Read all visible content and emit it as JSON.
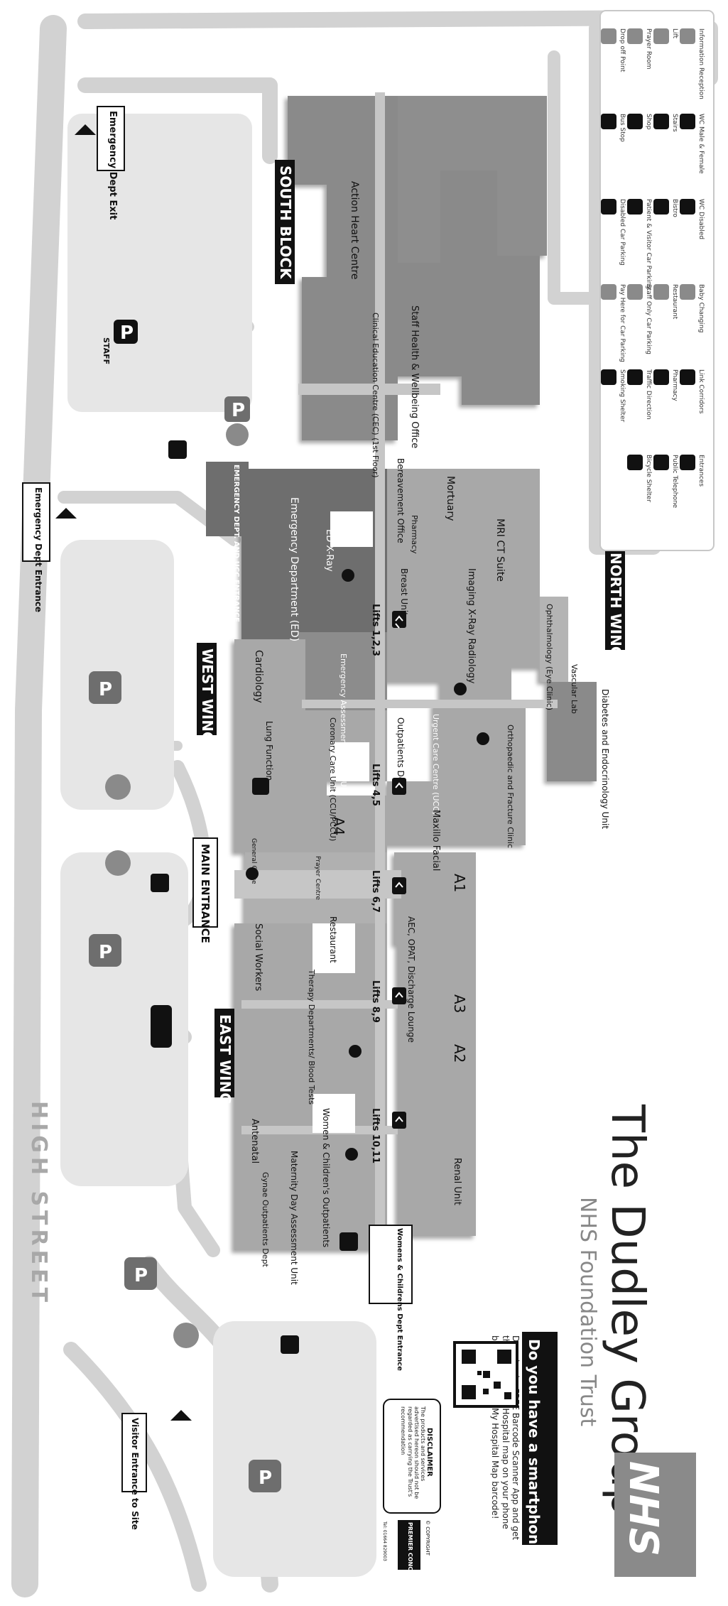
{
  "title": {
    "name": "The Dudley Group",
    "subtitle": "NHS Foundation Trust",
    "logo": "NHS"
  },
  "legend": {
    "items": [
      {
        "icon": "info-icon",
        "label": "Information Reception"
      },
      {
        "icon": "wc-icon",
        "label": "WC Male & Female"
      },
      {
        "icon": "wc-disabled-icon",
        "label": "WC Disabled"
      },
      {
        "icon": "baby-changing-icon",
        "label": "Baby Changing"
      },
      {
        "icon": "link-corridor-icon",
        "label": "Link Corridors"
      },
      {
        "icon": "entrance-icon",
        "label": "Entrances"
      },
      {
        "icon": "lift-icon",
        "label": "Lift"
      },
      {
        "icon": "stairs-icon",
        "label": "Stairs"
      },
      {
        "icon": "bistro-icon",
        "label": "Bistro"
      },
      {
        "icon": "restaurant-icon",
        "label": "Restaurant"
      },
      {
        "icon": "pharmacy-icon",
        "label": "Pharmacy"
      },
      {
        "icon": "telephone-icon",
        "label": "Public Telephone"
      },
      {
        "icon": "prayer-room-icon",
        "label": "Prayer Room"
      },
      {
        "icon": "shop-icon",
        "label": "Shop"
      },
      {
        "icon": "parking-icon",
        "label": "Patient & Visitor Car Parking"
      },
      {
        "icon": "staff-parking-icon",
        "label": "Staff Only Car Parking"
      },
      {
        "icon": "traffic-direction-icon",
        "label": "Traffic Direction"
      },
      {
        "icon": "bicycle-shelter-icon",
        "label": "Bicycle Shelter"
      },
      {
        "icon": "drop-off-icon",
        "label": "Drop off Point"
      },
      {
        "icon": "bus-stop-icon",
        "label": "Bus Stop"
      },
      {
        "icon": "disabled-parking-icon",
        "label": "Disabled Car Parking"
      },
      {
        "icon": "pay-parking-icon",
        "label": "Pay Here for Car Parking"
      },
      {
        "icon": "smoking-shelter-icon",
        "label": "Smoking Shelter"
      }
    ]
  },
  "blocks": {
    "south_block": "SOUTH BLOCK",
    "north_wing": "NORTH WING",
    "west_wing": "WEST WING",
    "east_wing": "EAST WING"
  },
  "rooms": {
    "action_heart": "Action Heart Centre",
    "staff_health": "Staff Health & Wellbeing Office",
    "clinical_education": "Clinical Education Centre (CEC) (1st Floor)",
    "bereavement": "Bereavement Office",
    "mortuary": "Mortuary",
    "mri": "MRI CT Suite",
    "imaging": "Imaging X-Ray Radiology",
    "pharmacy": "Pharmacy",
    "breast_unit": "Breast Unit",
    "emergency_dept": "Emergency Department (ED)",
    "ed_xray": "ED X-Ray",
    "ophthalmology": "Ophthalmology (Eye Clinic)",
    "vascular_lab": "Vascular Lab",
    "diabetes": "Diabetes and Endocrinology Unit",
    "cardiology": "Cardiology",
    "eau": "Emergency Assessment Unit (EAU)",
    "lung_function": "Lung Function",
    "ccu": "Coronary Care Unit (CCU/PCCU)",
    "outpatients": "Outpatients Dept",
    "ucc": "Urgent Care Centre (UCC)",
    "orthopaedic": "Orthopaedic and Fracture Clinic",
    "maxillo": "Maxillo Facial",
    "a4": "A4",
    "a1": "A1",
    "a3": "A3",
    "a2": "A2",
    "general_office": "General Office",
    "prayer_centre": "Prayer Centre",
    "aec": "AEC, OPAT, Discharge Lounge",
    "restaurant": "Restaurant",
    "social_workers": "Social Workers",
    "therapy": "Therapy Departments/ Blood Tests",
    "womens_outpatients": "Women & Children's Outpatients",
    "maternity": "Maternity Day Assessment Unit",
    "antenatal": "Antenatal",
    "gynae": "Gynae Outpatients Dept",
    "renal": "Renal Unit"
  },
  "lifts": {
    "l123": "Lifts 1,2,3",
    "l45": "Lifts 4,5",
    "l67": "Lifts 6,7",
    "l89": "Lifts 8,9",
    "l1011": "Lifts 10,11"
  },
  "entrances": {
    "emergency_exit": "Emergency Dept Exit",
    "emergency_entrance": "Emergency Dept Entrance",
    "ed_ucc_entrance": "EMERGENCY DEPT. AND UCC ENTRANCE",
    "main_entrance": "MAIN ENTRANCE",
    "womens_entrance": "Womens & Childrens Dept Entrance",
    "visitor_entrance": "Visitor Entrance to Site"
  },
  "streets": {
    "high_street": "HIGH STREET"
  },
  "markers": {
    "parking": "P",
    "staff": "STAFF"
  },
  "smartphone": {
    "heading": "Do you have a smartphone?",
    "body": "Download a FREE Barcode Scanner App and get the Russells Hall Hospital map on your phone by scanning this My Hospital Map barcode!"
  },
  "disclaimer": {
    "heading": "DISCLAIMER",
    "body": "The products and services advertised hereon should not be regarded as carrying the Trust's recommendation"
  },
  "copyright": {
    "label": "© COPYRIGHT",
    "company": "PREMIER CONCEPTS",
    "phone": "Tel: 01664 829003"
  },
  "colors": {
    "road": "#d2d2d2",
    "building_light": "#a8a8a8",
    "building_mid": "#8a8a8a",
    "building_dark": "#6e6e6e",
    "corridor": "#c6c6c6",
    "label_dark": "#111111"
  }
}
